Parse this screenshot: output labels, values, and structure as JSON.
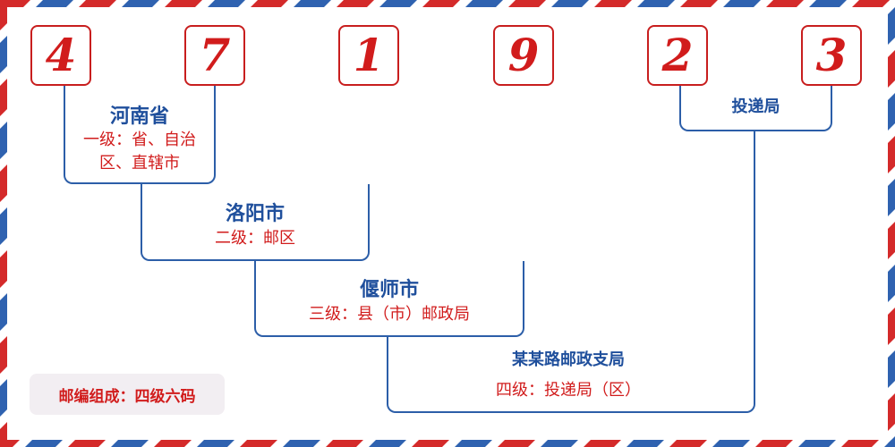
{
  "digits": [
    "4",
    "7",
    "1",
    "9",
    "2",
    "3"
  ],
  "segments": [
    {
      "place": "河南省",
      "level": "一级：省、自治区、直辖市"
    },
    {
      "place": "洛阳市",
      "level": "二级：邮区"
    },
    {
      "place": "偃师市",
      "level": "三级：县（市）邮政局"
    },
    {
      "place": "某某路邮政支局",
      "level": "四级：投递局（区）"
    },
    {
      "place": "投递局"
    }
  ],
  "summary": "邮编组成：四级六码",
  "colors": {
    "red": "#d11c1c",
    "blue": "#2c5ea8",
    "box_border": "#c81e1e"
  }
}
